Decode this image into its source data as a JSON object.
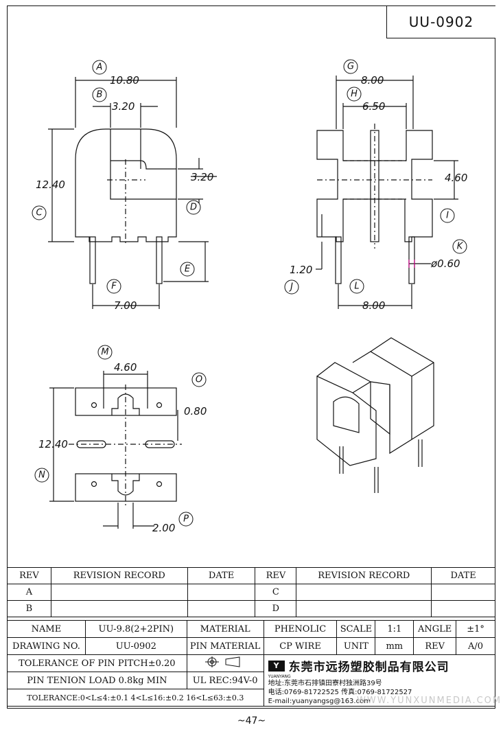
{
  "code": "UU-0902",
  "page_number": "~47~",
  "watermark": "WWW.YUNXUNMEDIA.COM",
  "front_view": {
    "A": {
      "tag": "A",
      "value": "10.80"
    },
    "B": {
      "tag": "B",
      "value": "3.20"
    },
    "C": {
      "tag": "C",
      "value": "12.40"
    },
    "D": {
      "tag": "D",
      "value": "3.20"
    },
    "E": {
      "tag": "E"
    },
    "F": {
      "tag": "F",
      "value": "7.00"
    }
  },
  "side_view": {
    "G": {
      "tag": "G",
      "value": "8.00"
    },
    "H": {
      "tag": "H",
      "value": "6.50"
    },
    "I": {
      "tag": "I",
      "value": "4.60"
    },
    "J": {
      "tag": "J",
      "value": "1.20"
    },
    "K": {
      "tag": "K",
      "value": "ø0.60"
    },
    "L": {
      "tag": "L",
      "value": "8.00"
    }
  },
  "bottom_view": {
    "M": {
      "tag": "M",
      "value": "4.60"
    },
    "O": {
      "tag": "O",
      "value": "0.80"
    },
    "N": {
      "tag": "N",
      "value": "12.40"
    },
    "P": {
      "tag": "P",
      "value": "2.00"
    }
  },
  "revision_table": {
    "headers": [
      "REV",
      "REVISION RECORD",
      "DATE",
      "REV",
      "REVISION RECORD",
      "DATE"
    ],
    "rows": [
      [
        "A",
        "",
        "",
        "C",
        "",
        ""
      ],
      [
        "B",
        "",
        "",
        "D",
        "",
        ""
      ]
    ]
  },
  "spec": {
    "name_label": "NAME",
    "name_value": "UU-9.8(2+2PIN)",
    "material_label": "MATERIAL",
    "material_value": "PHENOLIC",
    "scale_label": "SCALE",
    "scale_value": "1:1",
    "angle_label": "ANGLE",
    "angle_value": "±1°",
    "drawing_no_label": "DRAWING NO.",
    "drawing_no_value": "UU-0902",
    "pin_material_label": "PIN MATERIAL",
    "pin_material_value": "CP WIRE",
    "unit_label": "UNIT",
    "unit_value": "mm",
    "rev_label": "REV",
    "rev_value": "A/0",
    "tolerance_pitch": "TOLERANCE OF PIN PITCH±0.20",
    "pin_tension": "PIN TENION LOAD 0.8kg MIN",
    "ul_rec": "UL REC:94V-0",
    "tolerance_ranges": "TOLERANCE:0<L≤4:±0.1  4<L≤16:±0.2  16<L≤63:±0.3"
  },
  "company": {
    "logo_text": "YUANYANG",
    "name": "东莞市远扬塑胶制品有限公司",
    "address": "地址:东莞市石排镇田寮村独洲路39号",
    "phone": "电话:0769-81722525    传真:0769-81722527",
    "email": "E-mail:yuanyangsg@163.com"
  }
}
